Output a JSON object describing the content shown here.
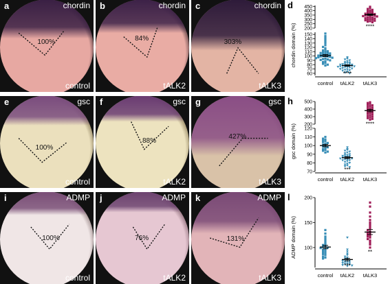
{
  "colors": {
    "blue": "#3a8fb7",
    "purple": "#a1205a",
    "black": "#000000"
  },
  "panels": [
    {
      "letter": "a",
      "gene": "chordin",
      "condition": "control",
      "percent": "100%",
      "bg": "#e7a8a2",
      "stain": "#3a2044",
      "stainH": 0.42,
      "edge": "#2a1a22"
    },
    {
      "letter": "b",
      "gene": "chordin",
      "condition": "tALK2",
      "percent": "84%",
      "bg": "#e9aca4",
      "stain": "#3d2248",
      "stainH": 0.36,
      "edge": "#2a1a22"
    },
    {
      "letter": "c",
      "gene": "chordin",
      "condition": "tALK3",
      "percent": "303%",
      "bg": "#e3b4a4",
      "stain": "#2e1b3a",
      "stainH": 0.55,
      "edge": "#2a1a22"
    },
    {
      "letter": "e",
      "gene": "gsc",
      "condition": "control",
      "percent": "100%",
      "bg": "#ebe0bd",
      "stain": "#7a4c7e",
      "stainH": 0.32,
      "edge": "#7a6a46"
    },
    {
      "letter": "f",
      "gene": "gsc",
      "condition": "tALK2",
      "percent": "88%",
      "bg": "#ede3bf",
      "stain": "#6a3c72",
      "stainH": 0.28,
      "edge": "#7a6a46"
    },
    {
      "letter": "g",
      "gene": "gsc",
      "condition": "tALK3",
      "percent": "427%",
      "bg": "#d9c2a8",
      "stain": "#8a4e85",
      "stainH": 0.65,
      "edge": "#6a5640"
    },
    {
      "letter": "i",
      "gene": "ADMP",
      "condition": "control",
      "percent": "100%",
      "bg": "#f0e6e6",
      "stain": "#7a4f77",
      "stainH": 0.25,
      "edge": "#8a7676"
    },
    {
      "letter": "j",
      "gene": "ADMP",
      "condition": "tALK2",
      "percent": "76%",
      "bg": "#e6c7d2",
      "stain": "#6d4470",
      "stainH": 0.22,
      "edge": "#7a5a66"
    },
    {
      "letter": "k",
      "gene": "ADMP",
      "condition": "tALK3",
      "percent": "131%",
      "bg": "#e2b4b8",
      "stain": "#7a4a76",
      "stainH": 0.45,
      "edge": "#7a4a52"
    }
  ],
  "chart_data": [
    {
      "type": "scatter",
      "letter": "d",
      "ylabel": "chordin domain (%)",
      "categories": [
        "control",
        "tALK2",
        "tALK3"
      ],
      "axis_breaks": [
        {
          "segment": "lower",
          "ylim": [
            55,
            155
          ],
          "ticks": [
            60,
            70,
            80,
            90,
            100,
            110,
            120,
            130,
            140,
            150
          ]
        },
        {
          "segment": "upper",
          "ylim": [
            200,
            460
          ],
          "ticks": [
            200,
            250,
            300,
            350,
            400,
            450
          ]
        }
      ],
      "series": [
        {
          "values": [
            152,
            146,
            142,
            138,
            134,
            130,
            125,
            121,
            118,
            115,
            113,
            111,
            110,
            109,
            108,
            107,
            106,
            105,
            104,
            103,
            102,
            102,
            101,
            100,
            100,
            99,
            99,
            98,
            97,
            96,
            95,
            94,
            93,
            92,
            91,
            90,
            88,
            86,
            84,
            82,
            80,
            78
          ],
          "mean": 101,
          "sem": 2.5,
          "stars": ""
        },
        {
          "values": [
            97,
            94,
            92,
            90,
            88,
            86,
            85,
            84,
            83,
            82,
            81,
            80,
            80,
            79,
            79,
            78,
            77,
            77,
            76,
            76,
            75,
            74,
            74,
            73,
            72,
            71,
            70,
            69,
            68,
            67,
            66,
            64,
            62,
            60
          ],
          "mean": 78,
          "sem": 1.5,
          "stars": "****"
        },
        {
          "values": [
            445,
            430,
            420,
            410,
            402,
            396,
            390,
            384,
            378,
            372,
            366,
            362,
            358,
            354,
            350,
            346,
            342,
            338,
            334,
            330,
            325,
            320,
            315,
            310,
            305,
            300,
            295,
            290,
            285,
            280,
            275,
            268
          ],
          "mean": 355,
          "sem": 9,
          "stars": "****"
        }
      ]
    },
    {
      "type": "scatter",
      "letter": "h",
      "ylabel": "gsc domain (%)",
      "categories": [
        "control",
        "tALK2",
        "tALK3"
      ],
      "axis_breaks": [
        {
          "segment": "lower",
          "ylim": [
            70,
            120
          ],
          "ticks": [
            70,
            80,
            90,
            100,
            110,
            120
          ]
        },
        {
          "segment": "upper",
          "ylim": [
            200,
            500
          ],
          "ticks": [
            200,
            300,
            400,
            500
          ]
        }
      ],
      "series": [
        {
          "values": [
            110,
            108,
            107,
            106,
            105,
            104,
            103,
            102,
            101,
            100,
            99,
            98,
            97,
            96,
            95,
            94,
            93,
            92
          ],
          "mean": 100,
          "sem": 1.4,
          "stars": ""
        },
        {
          "values": [
            98,
            96,
            95,
            94,
            93,
            92,
            91,
            90,
            89,
            89,
            88,
            88,
            87,
            87,
            86,
            86,
            85,
            85,
            84,
            84,
            83,
            83,
            82,
            81,
            80,
            79,
            78,
            77,
            76,
            75
          ],
          "mean": 86,
          "sem": 1,
          "stars": "***"
        },
        {
          "values": [
            490,
            480,
            470,
            460,
            450,
            440,
            430,
            420,
            410,
            400,
            390,
            380,
            370,
            360,
            350,
            340,
            330,
            320,
            310,
            300,
            290,
            280,
            270,
            260
          ],
          "mean": 380,
          "sem": 16,
          "stars": "****"
        }
      ]
    },
    {
      "type": "scatter",
      "letter": "l",
      "ylabel": "ADMP domain (%)",
      "categories": [
        "control",
        "tALK2",
        "tALK3"
      ],
      "ylim": [
        60,
        200
      ],
      "ticks": [
        100,
        150,
        200
      ],
      "series": [
        {
          "values": [
            135,
            128,
            122,
            118,
            114,
            110,
            107,
            105,
            103,
            101,
            100,
            99,
            97,
            95,
            93,
            91,
            89,
            87,
            85,
            82,
            80,
            78
          ],
          "mean": 101,
          "sem": 3.5,
          "stars": ""
        },
        {
          "values": [
            120,
            96,
            92,
            88,
            85,
            82,
            80,
            78,
            76,
            75,
            74,
            73,
            72,
            71,
            70,
            69,
            68,
            67,
            66,
            65,
            64,
            63
          ],
          "mean": 76,
          "sem": 2.5,
          "stars": "***"
        },
        {
          "values": [
            190,
            182,
            170,
            162,
            155,
            150,
            146,
            142,
            138,
            135,
            132,
            130,
            128,
            126,
            124,
            122,
            120,
            117,
            114,
            110,
            106,
            100
          ],
          "mean": 131,
          "sem": 5,
          "stars": "**"
        }
      ]
    }
  ]
}
